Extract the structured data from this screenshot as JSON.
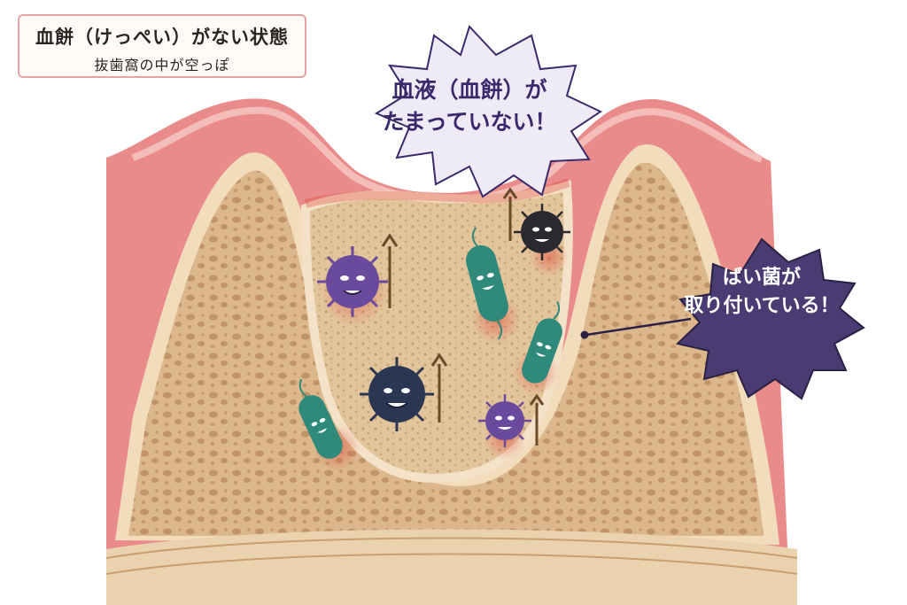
{
  "title_box": {
    "title": "血餅（けっぺい）がない状態",
    "subtitle": "抜歯窩の中が空っぽ"
  },
  "callouts": {
    "blood": {
      "line1": "血液（血餅）が",
      "line2": "たまっていない！"
    },
    "bacteria": {
      "line1": "ばい菌が",
      "line2": "取り付いている！"
    }
  },
  "colors": {
    "gum": "#e98b8b",
    "gum_light": "#f7c9c4",
    "bone": "#d9b48a",
    "bone_edge": "#f1dcbc",
    "socket": "#e0c296",
    "bubble_light": "#eeeaf6",
    "bubble_dark": "#4a3c72",
    "virus_purple": "#6a4a9c",
    "virus_navy": "#2b3652",
    "virus_black": "#2a2a2e",
    "bacillus_teal": "#2f8a7c"
  },
  "bacteria": [
    {
      "name": "virus-purple-large",
      "kind": "virus",
      "color": "virus_purple"
    },
    {
      "name": "virus-black",
      "kind": "virus",
      "color": "virus_black"
    },
    {
      "name": "virus-navy",
      "kind": "virus",
      "color": "virus_navy"
    },
    {
      "name": "virus-purple-small",
      "kind": "virus",
      "color": "virus_purple"
    },
    {
      "name": "bacillus-1",
      "kind": "bacillus",
      "color": "bacillus_teal"
    },
    {
      "name": "bacillus-2",
      "kind": "bacillus",
      "color": "bacillus_teal"
    },
    {
      "name": "bacillus-3",
      "kind": "bacillus",
      "color": "bacillus_teal"
    }
  ]
}
